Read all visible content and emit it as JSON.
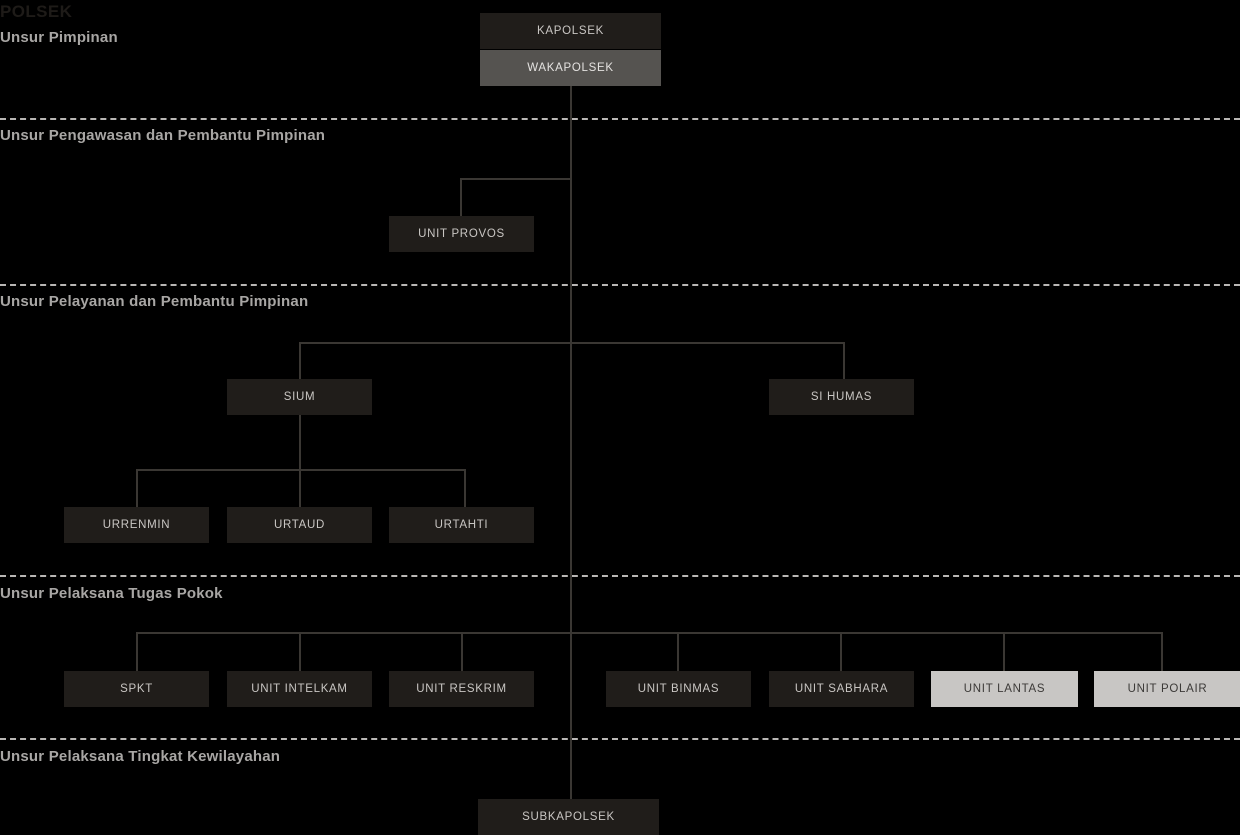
{
  "title": "POLSEK",
  "sections": [
    {
      "label": "Unsur Pimpinan"
    },
    {
      "label": "Unsur Pengawasan dan Pembantu Pimpinan"
    },
    {
      "label": "Unsur Pelayanan dan Pembantu Pimpinan"
    },
    {
      "label": "Unsur Pelaksana Tugas Pokok"
    },
    {
      "label": "Unsur Pelaksana Tingkat Kewilayahan"
    }
  ],
  "colors": {
    "background": "#000000",
    "node_dark": "#201d1a",
    "node_mid": "#555350",
    "node_light": "#c8c6c4",
    "line": "#3a3733",
    "section_label": "#a8a6a4",
    "title": "#1e1b18"
  },
  "nodes": {
    "kapolsek": "KAPOLSEK",
    "wakapolsek": "WAKAPOLSEK",
    "unit_provos": "UNIT PROVOS",
    "sium": "SIUM",
    "si_humas": "SI HUMAS",
    "urrenmin": "URRENMIN",
    "urtaud": "URTAUD",
    "urtahti": "URTAHTI",
    "spkt": "SPKT",
    "unit_intelkam": "UNIT INTELKAM",
    "unit_reskrim": "UNIT RESKRIM",
    "unit_binmas": "UNIT BINMAS",
    "unit_sabhara": "UNIT SABHARA",
    "unit_lantas": "UNIT LANTAS",
    "unit_polair": "UNIT POLAIR",
    "subkapolsek": "SUBKAPOLSEK"
  }
}
